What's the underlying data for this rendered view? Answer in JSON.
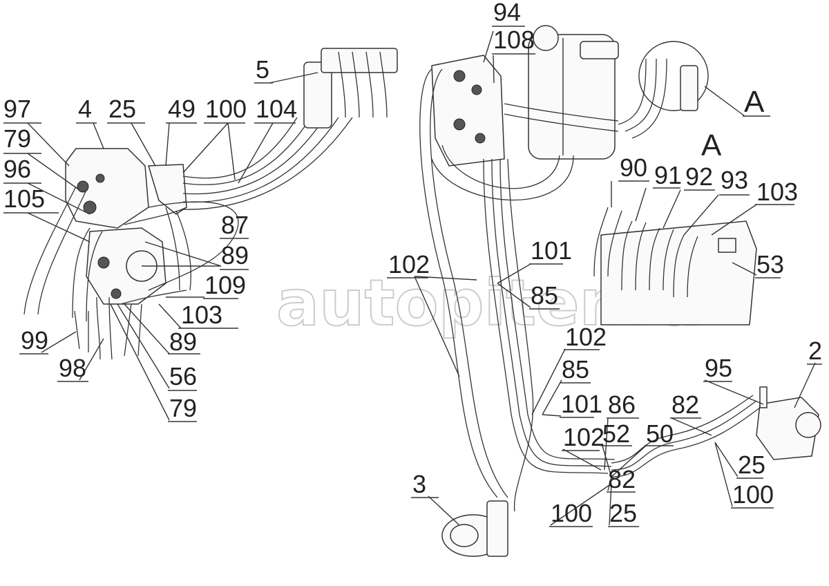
{
  "watermark": "autopiter.ru",
  "callouts": {
    "left": [
      "97",
      "4",
      "25",
      "49",
      "100",
      "104",
      "5",
      "79",
      "96",
      "105",
      "87",
      "89",
      "109",
      "103",
      "89",
      "99",
      "98",
      "56",
      "79"
    ],
    "center": [
      "94",
      "108",
      "102",
      "101",
      "85",
      "102",
      "85",
      "101",
      "102",
      "86",
      "52",
      "50",
      "82",
      "95",
      "2",
      "25",
      "100",
      "82",
      "100",
      "25",
      "3"
    ],
    "detail": [
      "A",
      "A",
      "90",
      "91",
      "92",
      "93",
      "103",
      "53"
    ]
  }
}
